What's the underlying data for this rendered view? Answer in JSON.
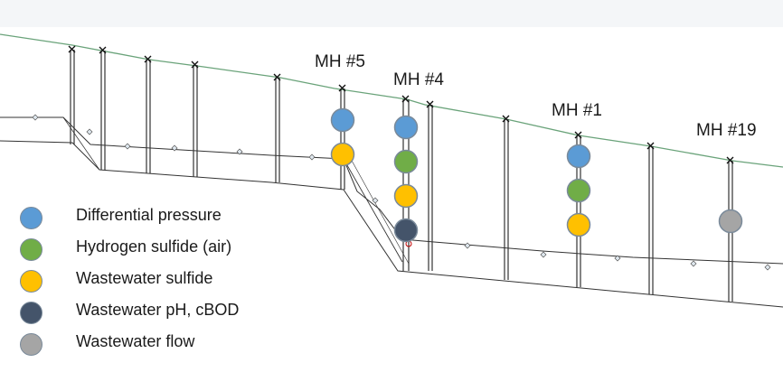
{
  "manholes": [
    {
      "label": "MH #5",
      "sensors": [
        "differential_pressure",
        "wastewater_sulfide"
      ]
    },
    {
      "label": "MH #4",
      "sensors": [
        "differential_pressure",
        "hydrogen_sulfide_air",
        "wastewater_sulfide",
        "wastewater_ph_cbod"
      ]
    },
    {
      "label": "MH #1",
      "sensors": [
        "differential_pressure",
        "hydrogen_sulfide_air",
        "wastewater_sulfide"
      ]
    },
    {
      "label": "MH #19",
      "sensors": [
        "wastewater_flow"
      ]
    }
  ],
  "legend": [
    {
      "key": "differential_pressure",
      "label": "Differential pressure",
      "color": "#5b9bd5"
    },
    {
      "key": "hydrogen_sulfide_air",
      "label": "Hydrogen sulfide (air)",
      "color": "#70ad47"
    },
    {
      "key": "wastewater_sulfide",
      "label": "Wastewater sulfide",
      "color": "#ffc000"
    },
    {
      "key": "wastewater_ph_cbod",
      "label": "Wastewater pH, cBOD",
      "color": "#44546a"
    },
    {
      "key": "wastewater_flow",
      "label": "Wastewater flow",
      "color": "#a5a5a5"
    }
  ],
  "colors": {
    "ground_line": "#6aa37a",
    "pipe_line": "#333333",
    "sensor_outline": "#7a8a9a"
  }
}
